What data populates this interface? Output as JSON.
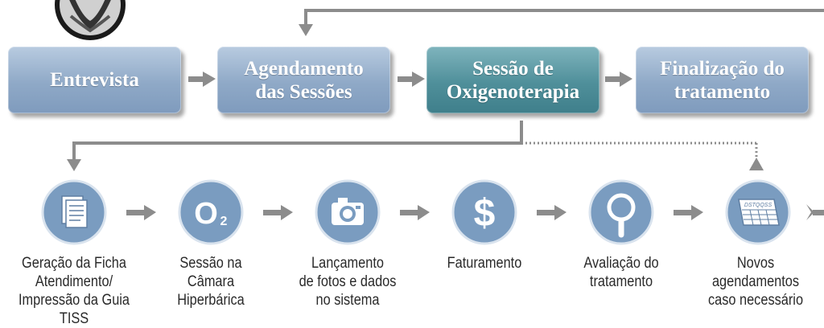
{
  "top_flow": {
    "boxes": [
      {
        "label": "Entrevista",
        "icon": "none"
      },
      {
        "label": "Agendamento\ndas Sessões",
        "icon": "none"
      },
      {
        "label": "Sessão de\nOxigenoterapia",
        "icon": "none"
      },
      {
        "label": "Finalização do\ntratamento",
        "icon": "none"
      }
    ]
  },
  "bottom_flow": {
    "steps": [
      {
        "label": "Geração da Ficha\nAtendimento/\nImpressão da Guia TISS",
        "icon": "document-icon"
      },
      {
        "label": "Sessão na\nCâmara\nHiperbárica",
        "icon": "o2-icon",
        "icon_text": "O",
        "icon_sub": "2"
      },
      {
        "label": "Lançamento\nde fotos e dados\nno sistema",
        "icon": "camera-icon"
      },
      {
        "label": "Faturamento",
        "icon": "dollar-icon",
        "icon_text": "$"
      },
      {
        "label": "Avaliação do\ntratamento",
        "icon": "magnifier-icon"
      },
      {
        "label": "Novos\nagendamentos\ncaso necessário",
        "icon": "calendar-icon",
        "icon_text": "DSTQQSS"
      }
    ]
  },
  "colors": {
    "box_blue": "#8fa9c7",
    "box_teal": "#4f8f9a",
    "circle": "#7a9cc0",
    "arrow": "#8c8c8c",
    "text": "#2a2a2a"
  },
  "logo": {
    "icon": "warrior-helmet-logo"
  }
}
